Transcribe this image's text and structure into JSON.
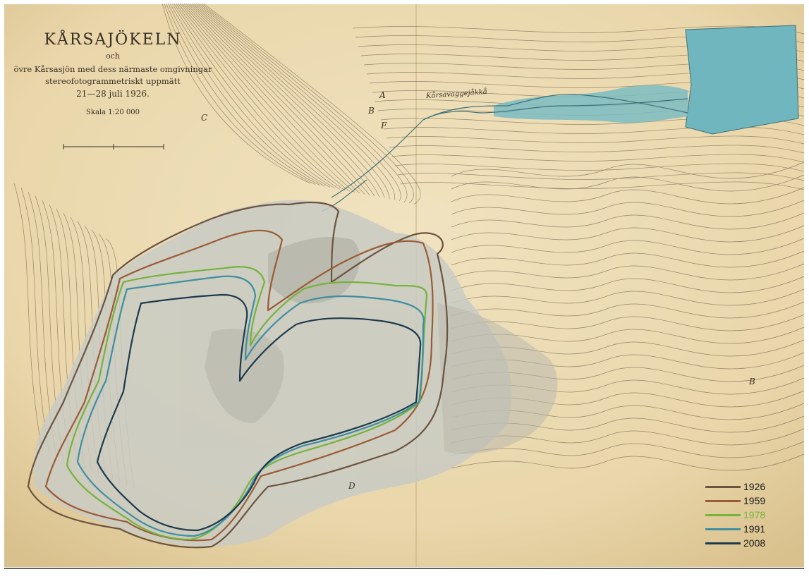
{
  "map": {
    "title": "KÅRSAJÖKELN",
    "conj": "och",
    "subtitle_1": "övre Kårsasjön med dess närmaste omgivningar",
    "subtitle_2": "stereofotogrammetriskt uppmätt",
    "dates": "21—28 juli 1926.",
    "scale": "Skala 1:20 000",
    "place_label": "Kårsavaggejåkkå"
  },
  "point_labels": {
    "a": "A",
    "b": "B",
    "c": "C",
    "d": "D",
    "f": "F"
  },
  "legend": [
    {
      "year": "1926",
      "color": "#6b5340"
    },
    {
      "year": "1959",
      "color": "#9a5b34"
    },
    {
      "year": "1978",
      "color": "#76b23e"
    },
    {
      "year": "1991",
      "color": "#3f8fa0"
    },
    {
      "year": "2008",
      "color": "#1d3a4d"
    }
  ],
  "colors": {
    "paper": "#eddcb4",
    "lake": "#6fb6bf",
    "contour": "#6b5a44",
    "ice": "#c9cbc4"
  }
}
